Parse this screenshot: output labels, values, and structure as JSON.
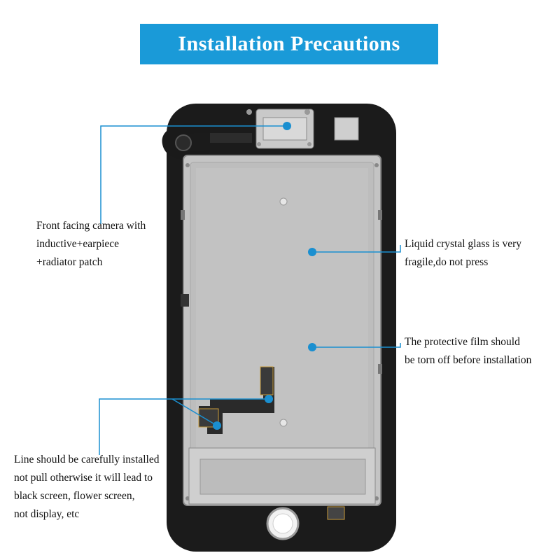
{
  "title": "Installation Precautions",
  "accent_color": "#1a9ad8",
  "annotations": {
    "camera": {
      "lines": [
        "Front facing camera with",
        "inductive+earpiece",
        "+radiator patch"
      ]
    },
    "lcd": {
      "lines": [
        "Liquid crystal glass is very",
        "fragile,do not press"
      ]
    },
    "film": {
      "lines": [
        "The protective film should",
        "be torn off before installation"
      ]
    },
    "cable": {
      "lines": [
        "Line should be carefully installed",
        "not pull otherwise it will lead to",
        "black screen, flower screen,",
        "not display, etc"
      ]
    }
  }
}
